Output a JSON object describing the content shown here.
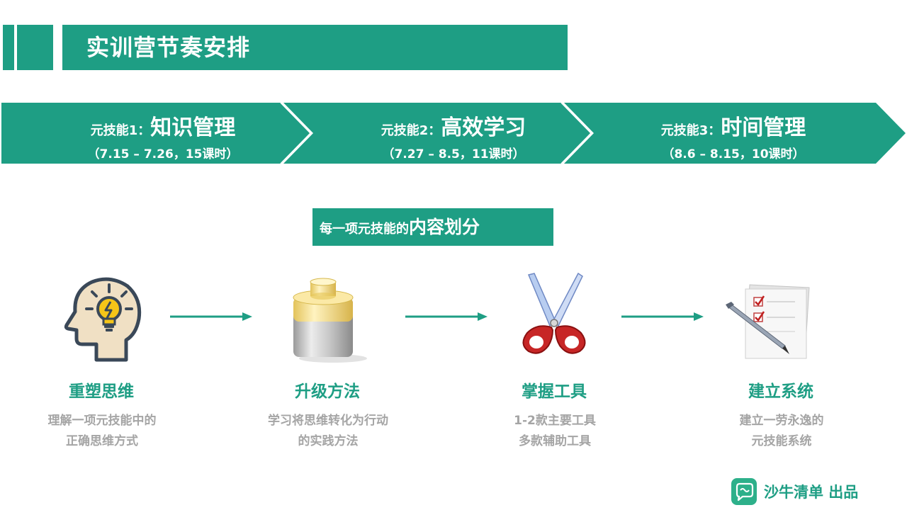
{
  "header": {
    "title": "实训营节奏安排"
  },
  "timeline": [
    {
      "prefix": "元技能1：",
      "name": "知识管理",
      "period": "（7.15 – 7.26，15课时）"
    },
    {
      "prefix": "元技能2：",
      "name": "高效学习",
      "period": "（7.27 – 8.5，11课时）"
    },
    {
      "prefix": "元技能3：",
      "name": "时间管理",
      "period": "（8.6 – 8.15，10课时）"
    }
  ],
  "content_label": {
    "small": "每一项元技能的",
    "big": "内容划分"
  },
  "steps": [
    {
      "title": "重塑思维",
      "desc": [
        "理解一项元技能中的",
        "正确思维方式"
      ],
      "icon": "head-lightbulb-icon"
    },
    {
      "title": "升级方法",
      "desc": [
        "学习将思维转化为行动",
        "的实践方法"
      ],
      "icon": "battery-icon"
    },
    {
      "title": "掌握工具",
      "desc": [
        "1-2款主要工具",
        "多款辅助工具"
      ],
      "icon": "scissors-icon"
    },
    {
      "title": "建立系统",
      "desc": [
        "建立一劳永逸的",
        "元技能系统"
      ],
      "icon": "checklist-icon"
    }
  ],
  "brand": {
    "text": "沙牛清单 出品",
    "icon": "chat-bubble-logo-icon"
  },
  "colors": {
    "accent": "#1e9e84",
    "muted": "#a5a5a5"
  }
}
